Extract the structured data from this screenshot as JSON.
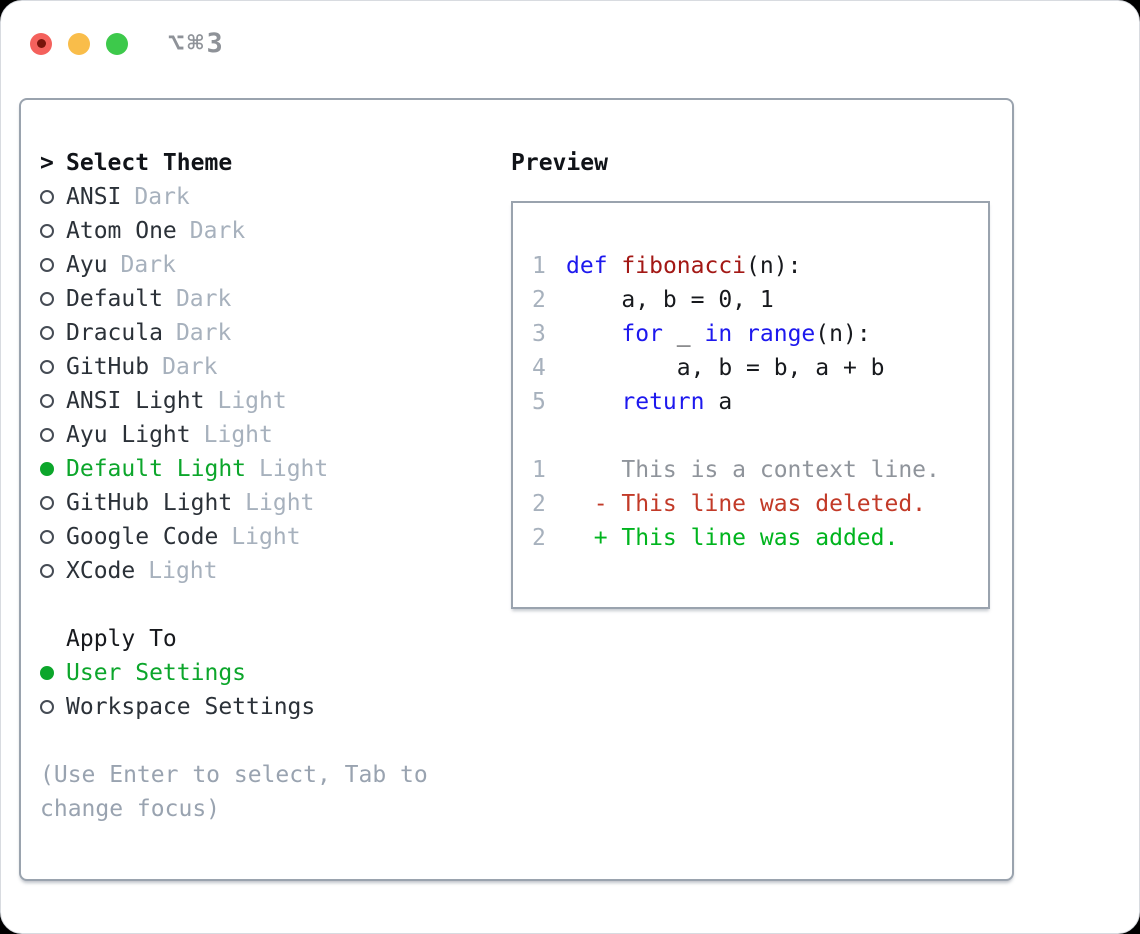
{
  "window": {
    "title": "⌥⌘3"
  },
  "theme_selector": {
    "header_prefix": ">",
    "header": "Select Theme",
    "items": [
      {
        "name": "ANSI",
        "variant": "Dark",
        "selected": false
      },
      {
        "name": "Atom One",
        "variant": "Dark",
        "selected": false
      },
      {
        "name": "Ayu",
        "variant": "Dark",
        "selected": false
      },
      {
        "name": "Default",
        "variant": "Dark",
        "selected": false
      },
      {
        "name": "Dracula",
        "variant": "Dark",
        "selected": false
      },
      {
        "name": "GitHub",
        "variant": "Dark",
        "selected": false
      },
      {
        "name": "ANSI Light",
        "variant": "Light",
        "selected": false
      },
      {
        "name": "Ayu Light",
        "variant": "Light",
        "selected": false
      },
      {
        "name": "Default Light",
        "variant": "Light",
        "selected": true
      },
      {
        "name": "GitHub Light",
        "variant": "Light",
        "selected": false
      },
      {
        "name": "Google Code",
        "variant": "Light",
        "selected": false
      },
      {
        "name": "XCode",
        "variant": "Light",
        "selected": false
      }
    ]
  },
  "apply_to": {
    "header": "Apply To",
    "options": [
      {
        "label": "User Settings",
        "selected": true
      },
      {
        "label": "Workspace Settings",
        "selected": false
      }
    ]
  },
  "hint": "(Use Enter to select, Tab to change focus)",
  "preview": {
    "header": "Preview",
    "lines": [
      {
        "num": "1",
        "tokens": [
          {
            "t": "def",
            "c": "kw"
          },
          {
            "t": " ",
            "c": "pl"
          },
          {
            "t": "fibonacci",
            "c": "fn"
          },
          {
            "t": "(n):",
            "c": "pl"
          }
        ]
      },
      {
        "num": "2",
        "tokens": [
          {
            "t": "    a, b = 0, 1",
            "c": "pl"
          }
        ]
      },
      {
        "num": "3",
        "tokens": [
          {
            "t": "    ",
            "c": "pl"
          },
          {
            "t": "for",
            "c": "kw"
          },
          {
            "t": " _ ",
            "c": "pl"
          },
          {
            "t": "in",
            "c": "kw"
          },
          {
            "t": " ",
            "c": "pl"
          },
          {
            "t": "range",
            "c": "kw"
          },
          {
            "t": "(n):",
            "c": "pl"
          }
        ]
      },
      {
        "num": "4",
        "tokens": [
          {
            "t": "        a, b = b, a + b",
            "c": "pl"
          }
        ]
      },
      {
        "num": "5",
        "tokens": [
          {
            "t": "    ",
            "c": "pl"
          },
          {
            "t": "return",
            "c": "kw"
          },
          {
            "t": " a",
            "c": "pl"
          }
        ]
      },
      {
        "num": "",
        "tokens": []
      },
      {
        "num": "1",
        "tokens": [
          {
            "t": "    This is a context line.",
            "c": "ctx"
          }
        ]
      },
      {
        "num": "2",
        "tokens": [
          {
            "t": "  - This line was deleted.",
            "c": "del"
          }
        ]
      },
      {
        "num": "2",
        "tokens": [
          {
            "t": "  + This line was added.",
            "c": "add"
          }
        ]
      }
    ]
  },
  "colors": {
    "accent-green": "#0ca62b",
    "added-green": "#00b41e",
    "deleted-red": "#c23a28",
    "keyword-blue": "#1d18ee",
    "function-red": "#a31815",
    "text-dark": "#2b3138",
    "muted-gray": "#a7b1bd",
    "hint-gray": "#99a3b0",
    "context-gray": "#8f949b",
    "border-gray": "#9aa3ae",
    "title-gray": "#8e9298",
    "traffic-red": "#f4615c",
    "traffic-yellow": "#f9bd4a",
    "traffic-green": "#3dc94b"
  }
}
